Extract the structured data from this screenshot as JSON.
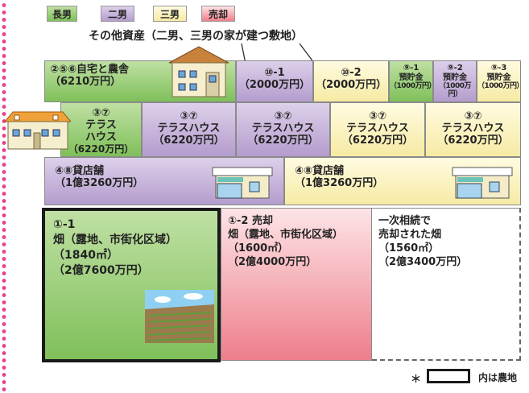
{
  "legend": {
    "eldest": "長男",
    "second": "二男",
    "third": "三男",
    "sold": "売却"
  },
  "caption": "その他資産（二男、三男の家が建つ敷地）",
  "row1": {
    "home": {
      "label": "②⑤⑥自宅と農舎",
      "amount": "（6210万円）"
    },
    "p10_1": {
      "label": "⑩-1",
      "amount": "（2000万円）"
    },
    "p10_2": {
      "label": "⑩-2",
      "amount": "（2000万円）"
    },
    "dep1": {
      "label": "⑨-1",
      "name": "預貯金",
      "amount": "（1000万円）"
    },
    "dep2": {
      "label": "⑨-2",
      "name": "預貯金",
      "amount": "（1000万円）"
    },
    "dep3": {
      "label": "⑨-3",
      "name": "預貯金",
      "amount": "（1000万円）"
    }
  },
  "row2": {
    "t1": {
      "num": "③⑦",
      "l1": "テラス",
      "l2": "ハウス",
      "amount": "（6220万円）"
    },
    "t2": {
      "num": "③⑦",
      "name": "テラスハウス",
      "amount": "（6220万円）"
    },
    "t3": {
      "num": "③⑦",
      "name": "テラスハウス",
      "amount": "（6220万円）"
    },
    "t4": {
      "num": "③⑦",
      "name": "テラスハウス",
      "amount": "（6220万円）"
    },
    "t5": {
      "num": "③⑦",
      "name": "テラスハウス",
      "amount": "（6220万円）"
    }
  },
  "row3": {
    "s1": {
      "label": "④⑧貸店舗",
      "amount": "（1億3260万円）"
    },
    "s2": {
      "label": "④⑧貸店舗",
      "amount": "（1億3260万円）"
    }
  },
  "row4": {
    "f1": {
      "label": "①-1",
      "desc": "畑（露地、市街化区域）",
      "area": "（1840㎡）",
      "amount": "（2億7600万円）"
    },
    "f2": {
      "label": "①-2 売却",
      "desc": "畑（露地、市街化区域）",
      "area": "（1600㎡）",
      "amount": "（2億4000万円）"
    },
    "f3": {
      "l1": "一次相続で",
      "l2": "売却された畑",
      "area": "（1560㎡）",
      "amount": "（2億3400万円）"
    }
  },
  "footnote": {
    "mark": "＊",
    "text": "内は農地"
  },
  "colors": {
    "green": "#7fc05a",
    "purple": "#b49ccd",
    "yellow": "#f6eaa3",
    "pink": "#ee7e8c",
    "dots": "#e8428c"
  }
}
